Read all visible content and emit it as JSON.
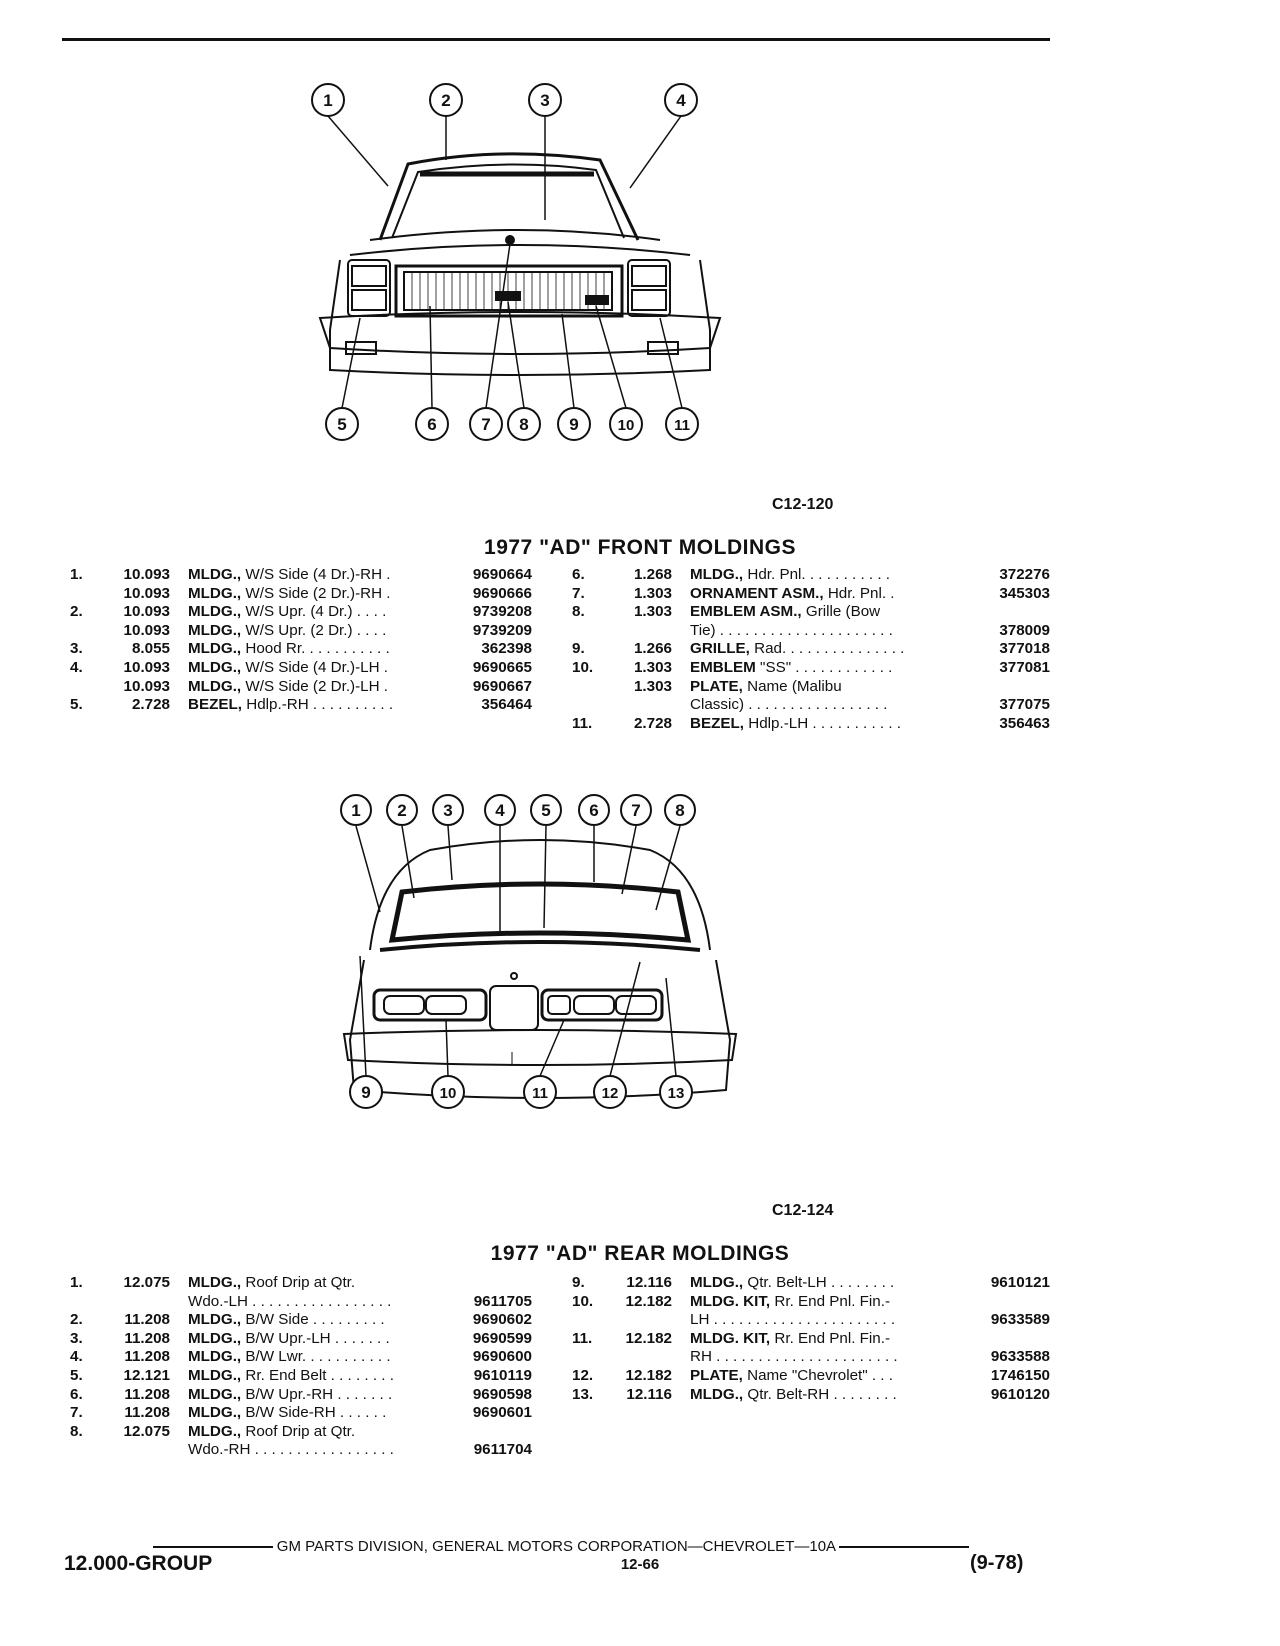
{
  "front": {
    "figure_code": "C12-120",
    "title": "1977 \"AD\" FRONT MOLDINGS",
    "callouts": [
      "1",
      "2",
      "3",
      "4",
      "5",
      "6",
      "7",
      "8",
      "9",
      "10",
      "11"
    ],
    "left": [
      {
        "no": "1.",
        "grp": "10.093",
        "head": "MLDG.,",
        "text": "W/S Side (4 Dr.)-RH .",
        "pn": "9690664"
      },
      {
        "no": "",
        "grp": "10.093",
        "head": "MLDG.,",
        "text": "W/S Side (2 Dr.)-RH .",
        "pn": "9690666"
      },
      {
        "no": "2.",
        "grp": "10.093",
        "head": "MLDG.,",
        "text": "W/S Upr. (4 Dr.) . . . .",
        "pn": "9739208"
      },
      {
        "no": "",
        "grp": "10.093",
        "head": "MLDG.,",
        "text": "W/S Upr. (2 Dr.) . . . .",
        "pn": "9739209"
      },
      {
        "no": "3.",
        "grp": "8.055",
        "head": "MLDG.,",
        "text": "Hood Rr. . . . . . . . . . .",
        "pn": "362398"
      },
      {
        "no": "4.",
        "grp": "10.093",
        "head": "MLDG.,",
        "text": "W/S Side (4 Dr.)-LH .",
        "pn": "9690665"
      },
      {
        "no": "",
        "grp": "10.093",
        "head": "MLDG.,",
        "text": "W/S Side (2 Dr.)-LH .",
        "pn": "9690667"
      },
      {
        "no": "5.",
        "grp": "2.728",
        "head": "BEZEL,",
        "text": "Hdlp.-RH . . . . . . . . . .",
        "pn": "356464"
      }
    ],
    "right": [
      {
        "no": "6.",
        "grp": "1.268",
        "head": "MLDG.,",
        "text": "Hdr. Pnl. . . . . . . . . . .",
        "pn": "372276"
      },
      {
        "no": "7.",
        "grp": "1.303",
        "head": "ORNAMENT ASM.,",
        "text": "Hdr. Pnl. .",
        "pn": "345303"
      },
      {
        "no": "8.",
        "grp": "1.303",
        "head": "EMBLEM ASM.,",
        "text": "Grille (Bow",
        "pn": ""
      },
      {
        "no": "",
        "grp": "",
        "head": "",
        "text": "Tie) . . . . . . . . . . . . . . . . . . . . .",
        "pn": "378009"
      },
      {
        "no": "9.",
        "grp": "1.266",
        "head": "GRILLE,",
        "text": "Rad. . . . . . . . . . . . . . .",
        "pn": "377018"
      },
      {
        "no": "10.",
        "grp": "1.303",
        "head": "EMBLEM",
        "text": "\"SS\" . . . . . . . . . . . .",
        "pn": "377081"
      },
      {
        "no": "",
        "grp": "1.303",
        "head": "PLATE,",
        "text": "Name (Malibu",
        "pn": ""
      },
      {
        "no": "",
        "grp": "",
        "head": "",
        "text": "Classic) . . . . . . . . . . . . . . . . .",
        "pn": "377075"
      },
      {
        "no": "11.",
        "grp": "2.728",
        "head": "BEZEL,",
        "text": "Hdlp.-LH . . . . . . . . . . .",
        "pn": "356463"
      }
    ]
  },
  "rear": {
    "figure_code": "C12-124",
    "title": "1977 \"AD\" REAR MOLDINGS",
    "callouts": [
      "1",
      "2",
      "3",
      "4",
      "5",
      "6",
      "7",
      "8",
      "9",
      "10",
      "11",
      "12",
      "13"
    ],
    "left": [
      {
        "no": "1.",
        "grp": "12.075",
        "head": "MLDG.,",
        "text": "Roof Drip at Qtr.",
        "pn": ""
      },
      {
        "no": "",
        "grp": "",
        "head": "",
        "text": "Wdo.-LH . . . . . . . . . . . . . . . . .",
        "pn": "9611705"
      },
      {
        "no": "2.",
        "grp": "11.208",
        "head": "MLDG.,",
        "text": "B/W Side . . . . . . . . .",
        "pn": "9690602"
      },
      {
        "no": "3.",
        "grp": "11.208",
        "head": "MLDG.,",
        "text": "B/W Upr.-LH . . . . . . .",
        "pn": "9690599"
      },
      {
        "no": "4.",
        "grp": "11.208",
        "head": "MLDG.,",
        "text": "B/W Lwr. . . . . . . . . . .",
        "pn": "9690600"
      },
      {
        "no": "5.",
        "grp": "12.121",
        "head": "MLDG.,",
        "text": "Rr. End Belt . . . . . . . .",
        "pn": "9610119"
      },
      {
        "no": "6.",
        "grp": "11.208",
        "head": "MLDG.,",
        "text": "B/W Upr.-RH . . . . . . .",
        "pn": "9690598"
      },
      {
        "no": "7.",
        "grp": "11.208",
        "head": "MLDG.,",
        "text": "B/W Side-RH . . . . . .",
        "pn": "9690601"
      },
      {
        "no": "8.",
        "grp": "12.075",
        "head": "MLDG.,",
        "text": "Roof Drip at Qtr.",
        "pn": ""
      },
      {
        "no": "",
        "grp": "",
        "head": "",
        "text": "Wdo.-RH . . . . . . . . . . . . . . . . .",
        "pn": "9611704"
      }
    ],
    "right": [
      {
        "no": "9.",
        "grp": "12.116",
        "head": "MLDG.,",
        "text": "Qtr. Belt-LH . . . . . . . .",
        "pn": "9610121"
      },
      {
        "no": "10.",
        "grp": "12.182",
        "head": "MLDG. KIT,",
        "text": "Rr. End Pnl. Fin.-",
        "pn": ""
      },
      {
        "no": "",
        "grp": "",
        "head": "",
        "text": "LH . . . . . . . . . . . . . . . . . . . . . .",
        "pn": "9633589"
      },
      {
        "no": "11.",
        "grp": "12.182",
        "head": "MLDG. KIT,",
        "text": "Rr. End Pnl. Fin.-",
        "pn": ""
      },
      {
        "no": "",
        "grp": "",
        "head": "",
        "text": "RH . . . . . . . . . . . . . . . . . . . . . .",
        "pn": "9633588"
      },
      {
        "no": "12.",
        "grp": "12.182",
        "head": "PLATE,",
        "text": "Name \"Chevrolet\" . . .",
        "pn": "1746150"
      },
      {
        "no": "13.",
        "grp": "12.116",
        "head": "MLDG.,",
        "text": "Qtr. Belt-RH . . . . . . . .",
        "pn": "9610120"
      }
    ]
  },
  "footer": {
    "line": "GM PARTS DIVISION, GENERAL MOTORS CORPORATION—CHEVROLET—10A",
    "group": "12.000-GROUP",
    "page": "12-66",
    "date": "(9-78)"
  }
}
